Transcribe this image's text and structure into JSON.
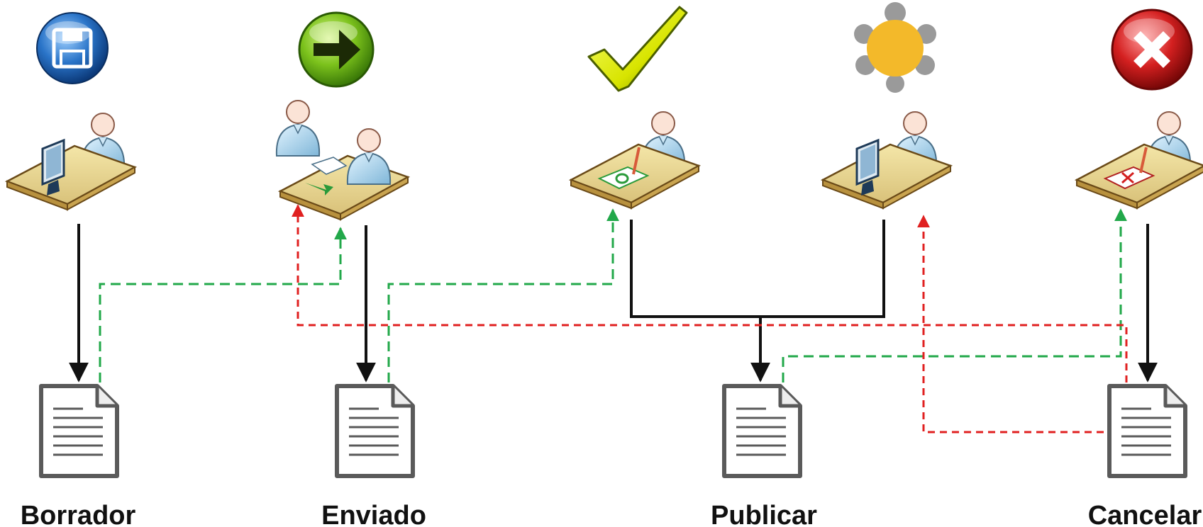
{
  "labels": {
    "borrador": "Borrador",
    "enviado": "Enviado",
    "publicar": "Publicar",
    "cancelar": "Cancelar"
  },
  "icons": {
    "col1": "save-disk-icon",
    "col2": "forward-arrow-icon",
    "col3": "checkmark-icon",
    "col4": "meeting-group-icon",
    "col5": "cancel-x-icon"
  },
  "colors": {
    "approve_flow": "#22a84a",
    "reject_flow": "#e02020",
    "main_flow": "#111111"
  }
}
